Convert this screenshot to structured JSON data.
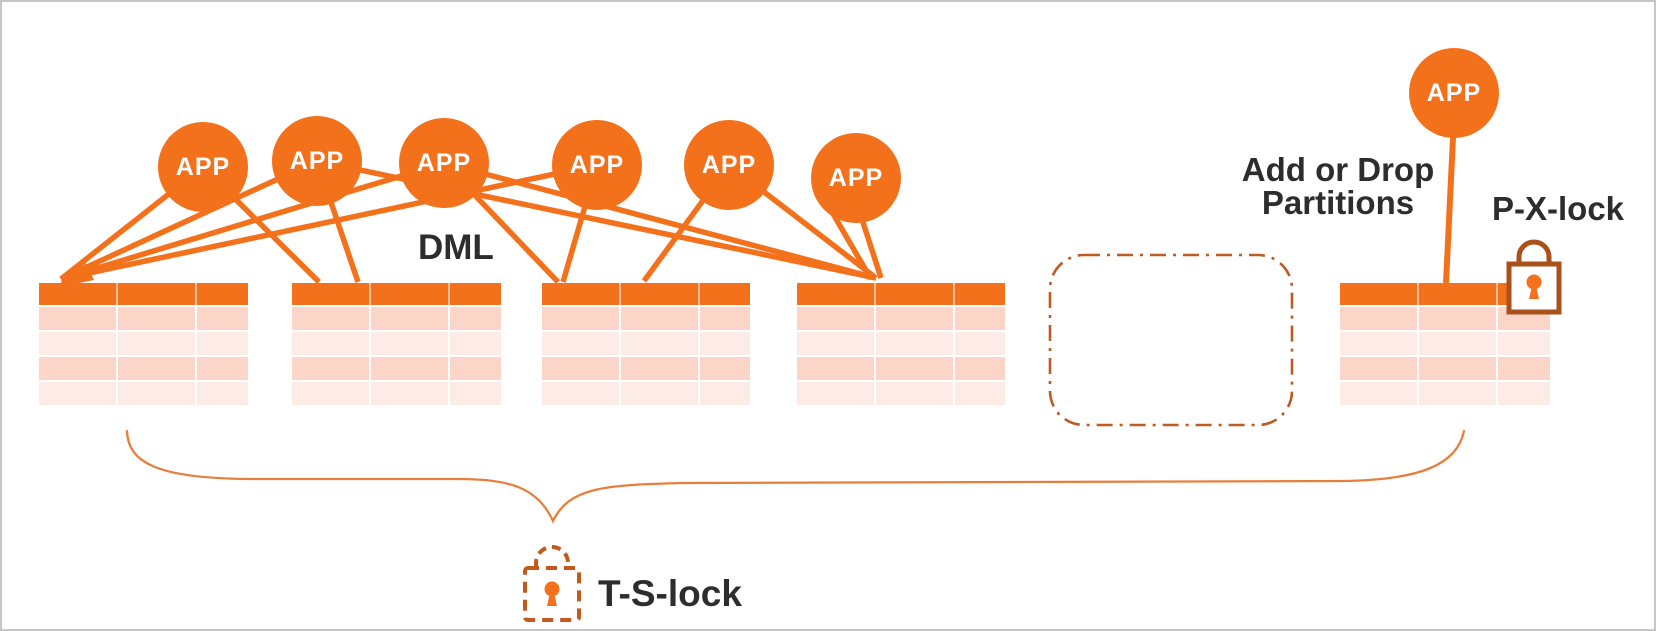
{
  "app_nodes": [
    {
      "label": "APP"
    },
    {
      "label": "APP"
    },
    {
      "label": "APP"
    },
    {
      "label": "APP"
    },
    {
      "label": "APP"
    },
    {
      "label": "APP"
    },
    {
      "label": "APP"
    }
  ],
  "labels": {
    "dml": "DML",
    "add_or_drop_line1": "Add or Drop",
    "add_or_drop_line2": "Partitions",
    "p_x_lock": "P-X-lock",
    "t_s_lock": "T-S-lock"
  },
  "icons": {
    "p_x_lock": "px-padlock-icon (solid border padlock with orange keyhole)",
    "t_s_lock": "ts-padlock-icon (dashed border padlock with orange keyhole)"
  },
  "partitions": [
    {
      "kind": "table"
    },
    {
      "kind": "table"
    },
    {
      "kind": "table"
    },
    {
      "kind": "table"
    },
    {
      "kind": "placeholder-dashed-box"
    },
    {
      "kind": "table",
      "lock": "P-X-lock"
    }
  ],
  "connections": [
    {
      "from": "app-1",
      "to": [
        "partition-1",
        "partition-2"
      ]
    },
    {
      "from": "app-2",
      "to": [
        "partition-1",
        "partition-2",
        "partition-4"
      ]
    },
    {
      "from": "app-3",
      "to": [
        "partition-1",
        "partition-3",
        "partition-4"
      ]
    },
    {
      "from": "app-4",
      "to": [
        "partition-1",
        "partition-3"
      ]
    },
    {
      "from": "app-5",
      "to": [
        "partition-3",
        "partition-4"
      ]
    },
    {
      "from": "app-6",
      "to": [
        "partition-4",
        "partition-4"
      ]
    },
    {
      "from": "app-7",
      "to": [
        "partition-6"
      ]
    }
  ],
  "colors": {
    "accent_orange": "#F4711C",
    "row_pink_dark": "#FBD5C7",
    "row_pink_light": "#FDECE6",
    "lock_brown": "#A9501B",
    "dashed_box_brown": "#BE5B21",
    "brace_orange": "#E87E3D",
    "label_text": "#2D2D2D"
  }
}
